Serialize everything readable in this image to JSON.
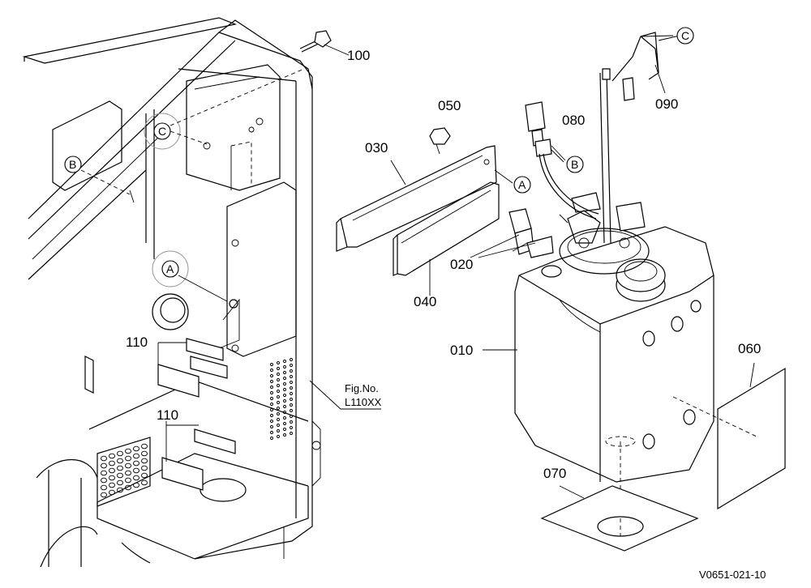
{
  "part_numbers": {
    "p010": "010",
    "p020": "020",
    "p030": "030",
    "p040": "040",
    "p050": "050",
    "p060": "060",
    "p070": "070",
    "p080": "080",
    "p090": "090",
    "p100": "100",
    "p110_top": "110",
    "p110_bottom": "110"
  },
  "reference_markers": {
    "a_left": "A",
    "a_right": "A",
    "b_left": "B",
    "b_right": "B",
    "c_left": "C",
    "c_right": "C"
  },
  "fig_reference": {
    "line1": "Fig.No.",
    "line2": "L110XX"
  },
  "drawing_code": "V0651-021-10"
}
